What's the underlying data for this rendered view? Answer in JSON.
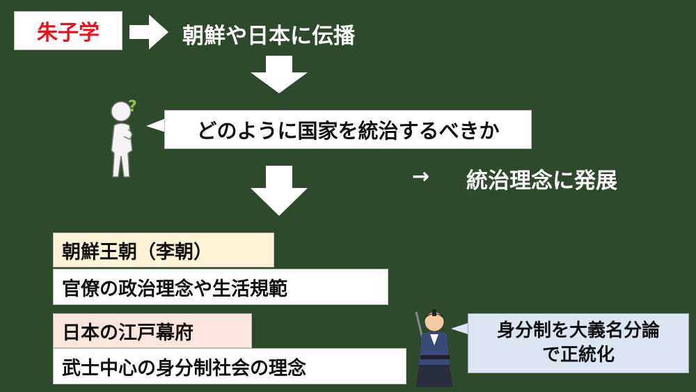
{
  "top": {
    "label": "朱子学",
    "label_color": "#e8141d",
    "spread_text": "朝鮮や日本に伝播"
  },
  "question": {
    "text": "どのように国家を統治するべきか",
    "result_arrow": "→",
    "result_text": "統治理念に発展"
  },
  "korea": {
    "heading": "朝鮮王朝（李朝）",
    "heading_bg": "#fff2d6",
    "body": "官僚の政治理念や生活規範"
  },
  "japan": {
    "heading": "日本の江戸幕府",
    "heading_bg": "#fbe5dc",
    "body": "武士中心の身分制社会の理念"
  },
  "samurai_bubble": {
    "line1": "身分制を大義名分論",
    "line2": "で正統化",
    "bg": "#dce6f2"
  },
  "colors": {
    "board": "#2d4a2b",
    "question_mark": "#8bc34a"
  }
}
